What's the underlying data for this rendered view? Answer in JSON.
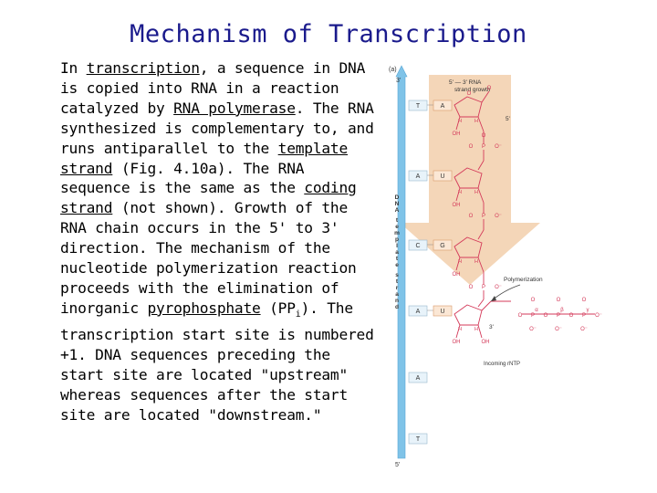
{
  "slide": {
    "title": "Mechanism of Transcription"
  },
  "text": {
    "t1": "In ",
    "t2": "transcription",
    "t3": ", a sequence in DNA is copied into RNA in a reaction catalyzed by ",
    "t4": "RNA polymerase",
    "t5": ". The RNA synthesized is complementary to, and runs antiparallel to the ",
    "t6": "template strand",
    "t7": " (Fig. 4.10a). The RNA sequence is the same as the ",
    "t8": "coding strand",
    "t9": " (not shown). Growth of the RNA chain occurs in the 5' to 3' direction. The mechanism of the nucleotide polymerization reaction proceeds with the elimination of inorganic ",
    "t10": "pyrophosphate",
    "t11": " (PP",
    "t12": "i",
    "t13": "). The transcription start site is numbered +1. DNA sequences preceding the start site are located \"upstream\" whereas sequences after the start site are located \"downstream.\""
  },
  "figure": {
    "panel_label": "(a)",
    "top_end": "3'",
    "bottom_end": "5'",
    "dna_label_letters": [
      "D",
      "N",
      "A",
      "t",
      "e",
      "m",
      "p",
      "l",
      "a",
      "t",
      "e",
      "s",
      "t",
      "r",
      "a",
      "n",
      "d"
    ],
    "rna_label_line1": "5' — 3' RNA",
    "rna_label_line2": "strand growth",
    "template_bases": [
      "T",
      "A",
      "C",
      "A",
      "A",
      "T"
    ],
    "rna_bases": [
      "A",
      "U",
      "G",
      "U"
    ],
    "polymerization_label": "Polymerization",
    "incoming_label": "Incoming rNTP",
    "five_prime": "5'",
    "three_prime": "3'",
    "atoms": {
      "O": "O",
      "P": "P",
      "H": "H",
      "OH": "OH",
      "O_minus": "O⁻",
      "alpha": "α",
      "beta": "β",
      "gamma": "γ"
    }
  }
}
